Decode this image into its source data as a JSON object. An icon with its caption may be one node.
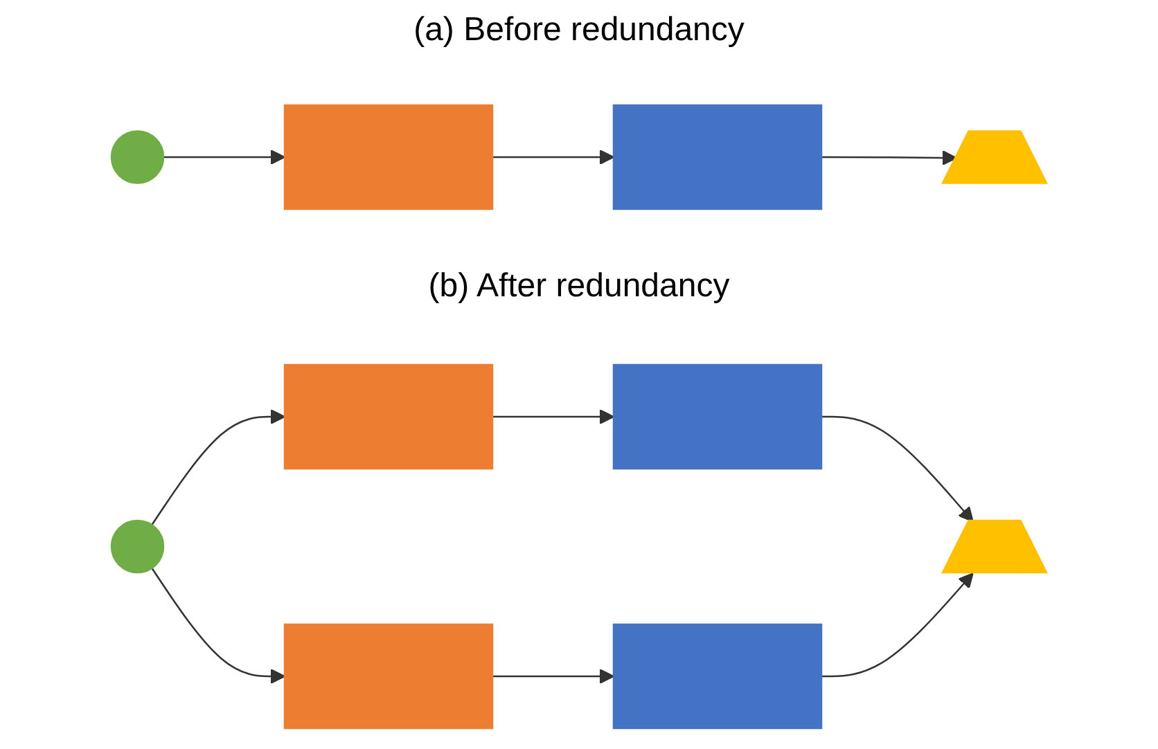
{
  "diagram": {
    "nodes": [
      {
        "text": [],
        "shape": "circle"
      },
      {
        "text": [],
        "shape": "box"
      },
      {
        "text": [],
        "shape": "box"
      },
      {
        "text": [],
        "shape": "trapezoid"
      },
      {
        "text": [],
        "shape": "circle"
      },
      {
        "text": [],
        "shape": "box"
      },
      {
        "text": [],
        "shape": "box"
      },
      {
        "text": [],
        "shape": "box"
      },
      {
        "text": [],
        "shape": "box"
      },
      {
        "text": [],
        "shape": "trapezoid"
      }
    ],
    "edges": [
      {
        "from": 0,
        "to": 1,
        "arrow": "to"
      },
      {
        "from": 1,
        "to": 2,
        "arrow": "to"
      },
      {
        "from": 2,
        "to": 3,
        "arrow": "to"
      },
      {
        "from": 4,
        "to": 5,
        "arrow": "to"
      },
      {
        "from": 4,
        "to": 6,
        "arrow": "to"
      },
      {
        "from": 5,
        "to": 7,
        "arrow": "to"
      },
      {
        "from": 6,
        "to": 8,
        "arrow": "to"
      },
      {
        "from": 7,
        "to": 9,
        "arrow": "to"
      },
      {
        "from": 8,
        "to": 9,
        "arrow": "to"
      }
    ],
    "labels": [
      "(a) Before redundancy",
      "(b) After redundancy"
    ]
  }
}
